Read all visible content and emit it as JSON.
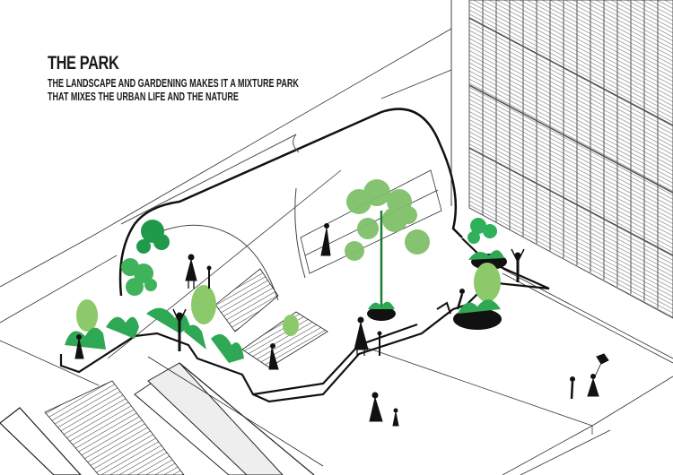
{
  "heading": {
    "title": "THE PARK",
    "subtitle_line1": "THE LANDSCAPE AND GARDENING MAKES IT A MIXTURE PARK",
    "subtitle_line2": "THAT MIXES THE URBAN LIFE AND THE  NATURE"
  },
  "illustration": {
    "type": "isometric architectural drawing",
    "elements": [
      "tunnel-vault",
      "stepped-seating",
      "planters",
      "trees",
      "people-silhouettes",
      "escalator",
      "staircase",
      "louvered-building-facade",
      "plaza",
      "kite"
    ]
  },
  "colors": {
    "ink": "#111111",
    "green_dark": "#1f9a4a",
    "green_mid": "#3fb35a",
    "green_light": "#8cc96a",
    "facade_line": "#666666",
    "background": "#ffffff"
  }
}
